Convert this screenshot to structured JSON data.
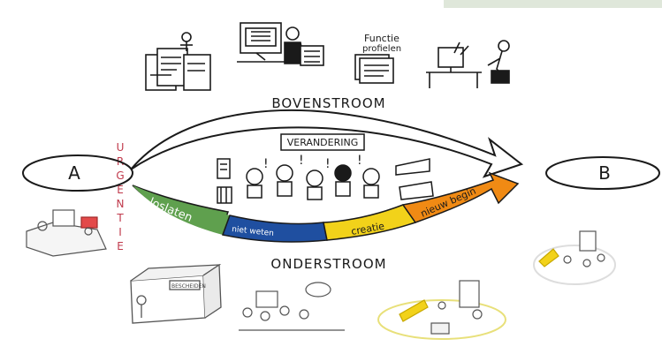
{
  "labels": {
    "top_flow": "BOVENSTROOM",
    "bottom_flow": "ONDERSTROOM",
    "center": "VERANDERING",
    "urgency": "URGENTIE",
    "point_a": "A",
    "point_b": "B",
    "sketch_functie_line1": "Functie",
    "sketch_functie_line2": "profielen",
    "sketch_box": "BESCHEIDEN"
  },
  "phases": [
    {
      "name": "loslaten",
      "color": "#5fa04e"
    },
    {
      "name": "niet weten",
      "color": "#1f4fa0"
    },
    {
      "name": "creatie",
      "color": "#f2d21a"
    },
    {
      "name": "nieuw begin",
      "color": "#f08a14"
    }
  ],
  "colors": {
    "ink": "#1a1a1a",
    "urgency": "#c0394b",
    "corner_tab": "#dfe7da"
  }
}
